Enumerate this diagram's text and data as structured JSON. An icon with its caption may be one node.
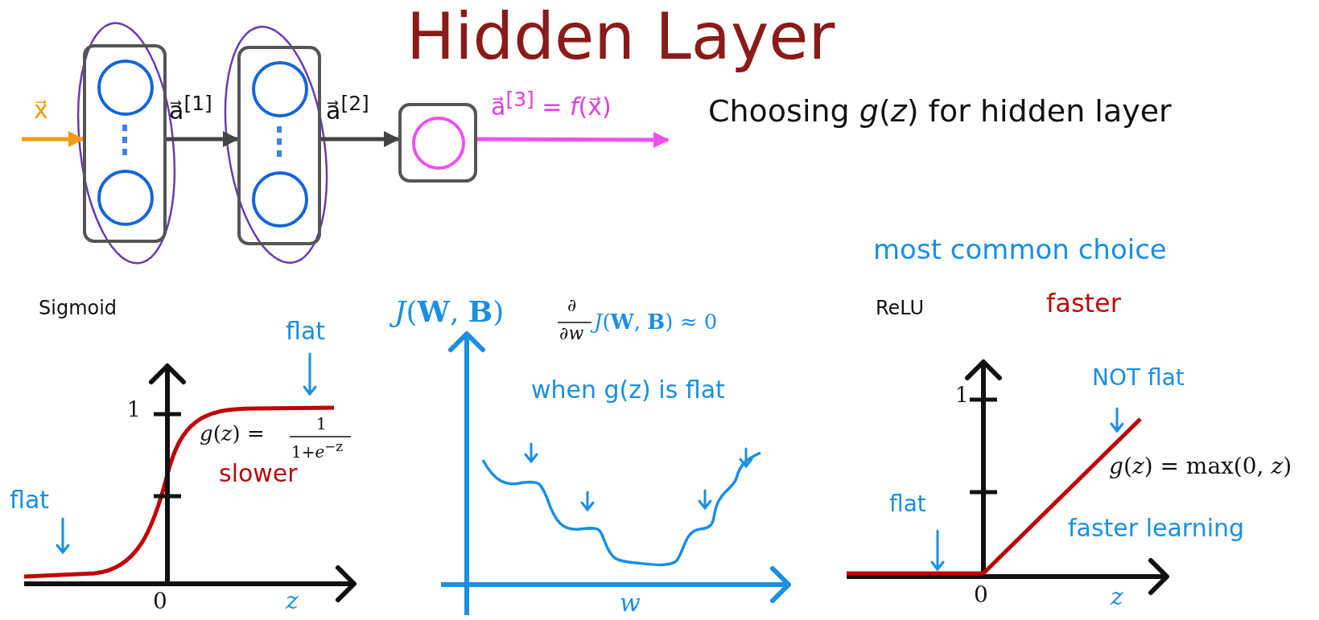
{
  "diagram": {
    "title": "Hidden Layer",
    "nodes": [
      {
        "text": [],
        "shape": "box"
      },
      {
        "text": [],
        "shape": "circle",
        "in": 0
      },
      {
        "text": [],
        "shape": "circle",
        "in": 0
      },
      {
        "text": [],
        "shape": "box"
      },
      {
        "text": [],
        "shape": "circle",
        "in": 3
      },
      {
        "text": [],
        "shape": "circle",
        "in": 3
      },
      {
        "text": [],
        "shape": "box"
      },
      {
        "text": [],
        "shape": "circle",
        "in": 6
      }
    ],
    "edges": [
      {
        "from": null,
        "to": 0,
        "arrow": "to",
        "label": "x⃗",
        "color": "#f39c12"
      },
      {
        "from": 0,
        "to": 3,
        "arrow": "to",
        "label": "a⃗$^{[1]}$"
      },
      {
        "from": 3,
        "to": 6,
        "arrow": "to",
        "label": "a⃗$^{[2]}$"
      },
      {
        "from": 6,
        "to": null,
        "arrow": "to",
        "label": "a⃗$^{[3]}$ = *f*(x⃗)",
        "color": "#f050f0"
      }
    ],
    "labels": [
      "Choosing *g*(*z*) for hidden layer",
      "Sigmoid",
      "flat",
      "1",
      "*g*(*z*) =",
      "1",
      "1+*e*$^{−z}$",
      "slower",
      "flat",
      "0",
      "z",
      "*J*(**W**, **B**)",
      "∂",
      "∂*w*",
      "*J*(**W**, **B**) ≈ 0",
      "when g(z) is flat",
      "w",
      "most common choice",
      "ReLU",
      "faster",
      "NOT flat",
      "1",
      "*g*(*z*) = max(0, *z*)",
      "flat",
      "faster learning",
      "0",
      "z"
    ]
  }
}
